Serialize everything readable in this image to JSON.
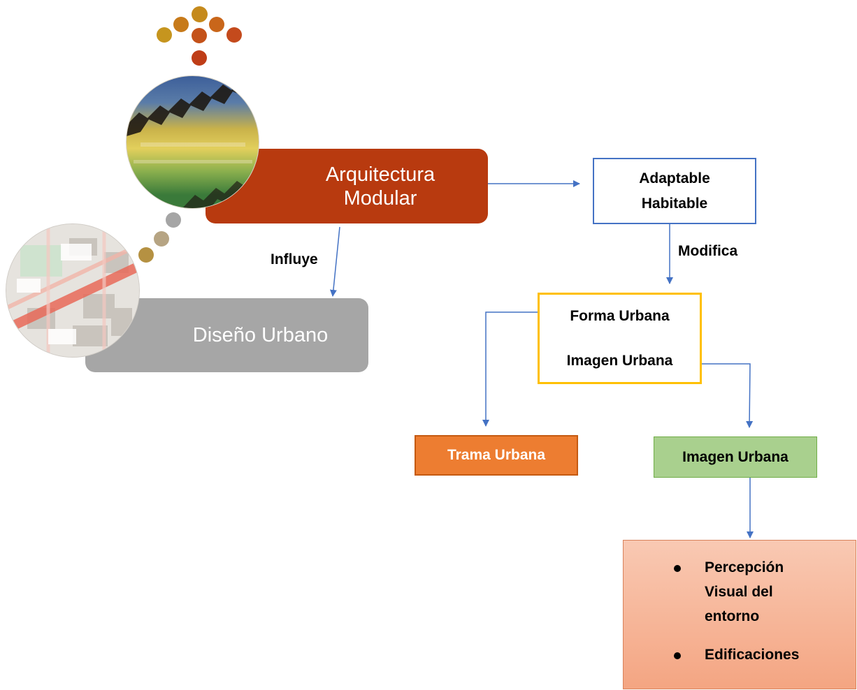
{
  "nodes": {
    "arquitectura": {
      "line1": "Arquitectura",
      "line2": "Modular"
    },
    "diseno": {
      "label": "Diseño Urbano"
    },
    "adaptable": {
      "line1": "Adaptable",
      "line2": "Habitable"
    },
    "forma": {
      "line1": "Forma Urbana",
      "line2": "Imagen Urbana"
    },
    "trama": {
      "label": "Trama Urbana"
    },
    "imagen": {
      "label": "Imagen Urbana"
    },
    "percepcion": {
      "item1_line1": "Percepción",
      "item1_line2": "Visual del",
      "item1_line3": "entorno",
      "item2": "Edificaciones"
    }
  },
  "edge_labels": {
    "influye": "Influye",
    "modifica": "Modifica"
  },
  "colors": {
    "arquitectura_fill": "#b83a0f",
    "diseno_fill": "#a6a6a6",
    "adaptable_border": "#4472c4",
    "forma_border": "#ffc000",
    "trama_fill": "#ed7d31",
    "imagen_fill": "#a9d08e",
    "percepcion_fill": "#f4a582",
    "arrow": "#4472c4"
  }
}
